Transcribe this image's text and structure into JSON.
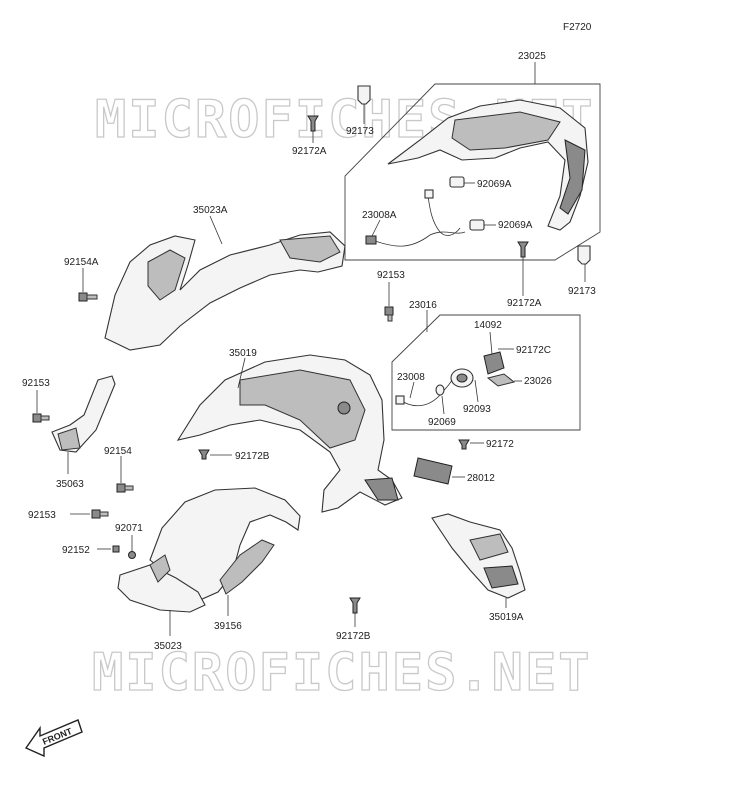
{
  "figure_code": "F2720",
  "watermark": "MICROFICHES.NET",
  "front_label": "FRONT",
  "labels": {
    "p23025": "23025",
    "p92173_top": "92173",
    "p92172A_top": "92172A",
    "p92069A_1": "92069A",
    "p23008A": "23008A",
    "p92069A_2": "92069A",
    "p35023A": "35023A",
    "p92154A": "92154A",
    "p92153_a": "92153",
    "p92172A_mid": "92172A",
    "p92173_right": "92173",
    "p23016": "23016",
    "p14092": "14092",
    "p92172C": "92172C",
    "p35019": "35019",
    "p23008": "23008",
    "p23026": "23026",
    "p92153_b": "92153",
    "p92093": "92093",
    "p92069": "92069",
    "p92172": "92172",
    "p92172B_mid": "92172B",
    "p35063": "35063",
    "p92154": "92154",
    "p28012": "28012",
    "p92153_c": "92153",
    "p92071": "92071",
    "p92152": "92152",
    "p35023": "35023",
    "p39156": "39156",
    "p92172B_low": "92172B",
    "p35019A": "35019A"
  }
}
